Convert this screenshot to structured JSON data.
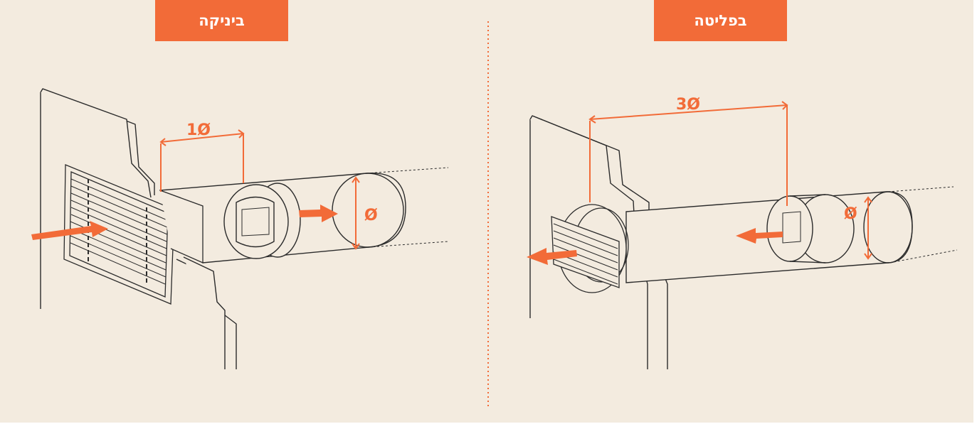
{
  "colors": {
    "background": "#f3ebdf",
    "accent": "#f26b38",
    "line": "#2b2b2b",
    "fill": "#f3ebdf"
  },
  "panels": {
    "left": {
      "tab_label": "ביניקה",
      "length_label": "1Ø",
      "diameter_label": "Ø"
    },
    "right": {
      "tab_label": "בפליטה",
      "length_label": "3Ø",
      "diameter_label": "Ø"
    }
  },
  "icons": {
    "left_intake_arrow": "arrow-right-icon",
    "left_outflow_arrow": "arrow-right-icon",
    "right_exhaust_arrow": "arrow-left-icon",
    "right_inner_arrow": "arrow-left-icon"
  }
}
